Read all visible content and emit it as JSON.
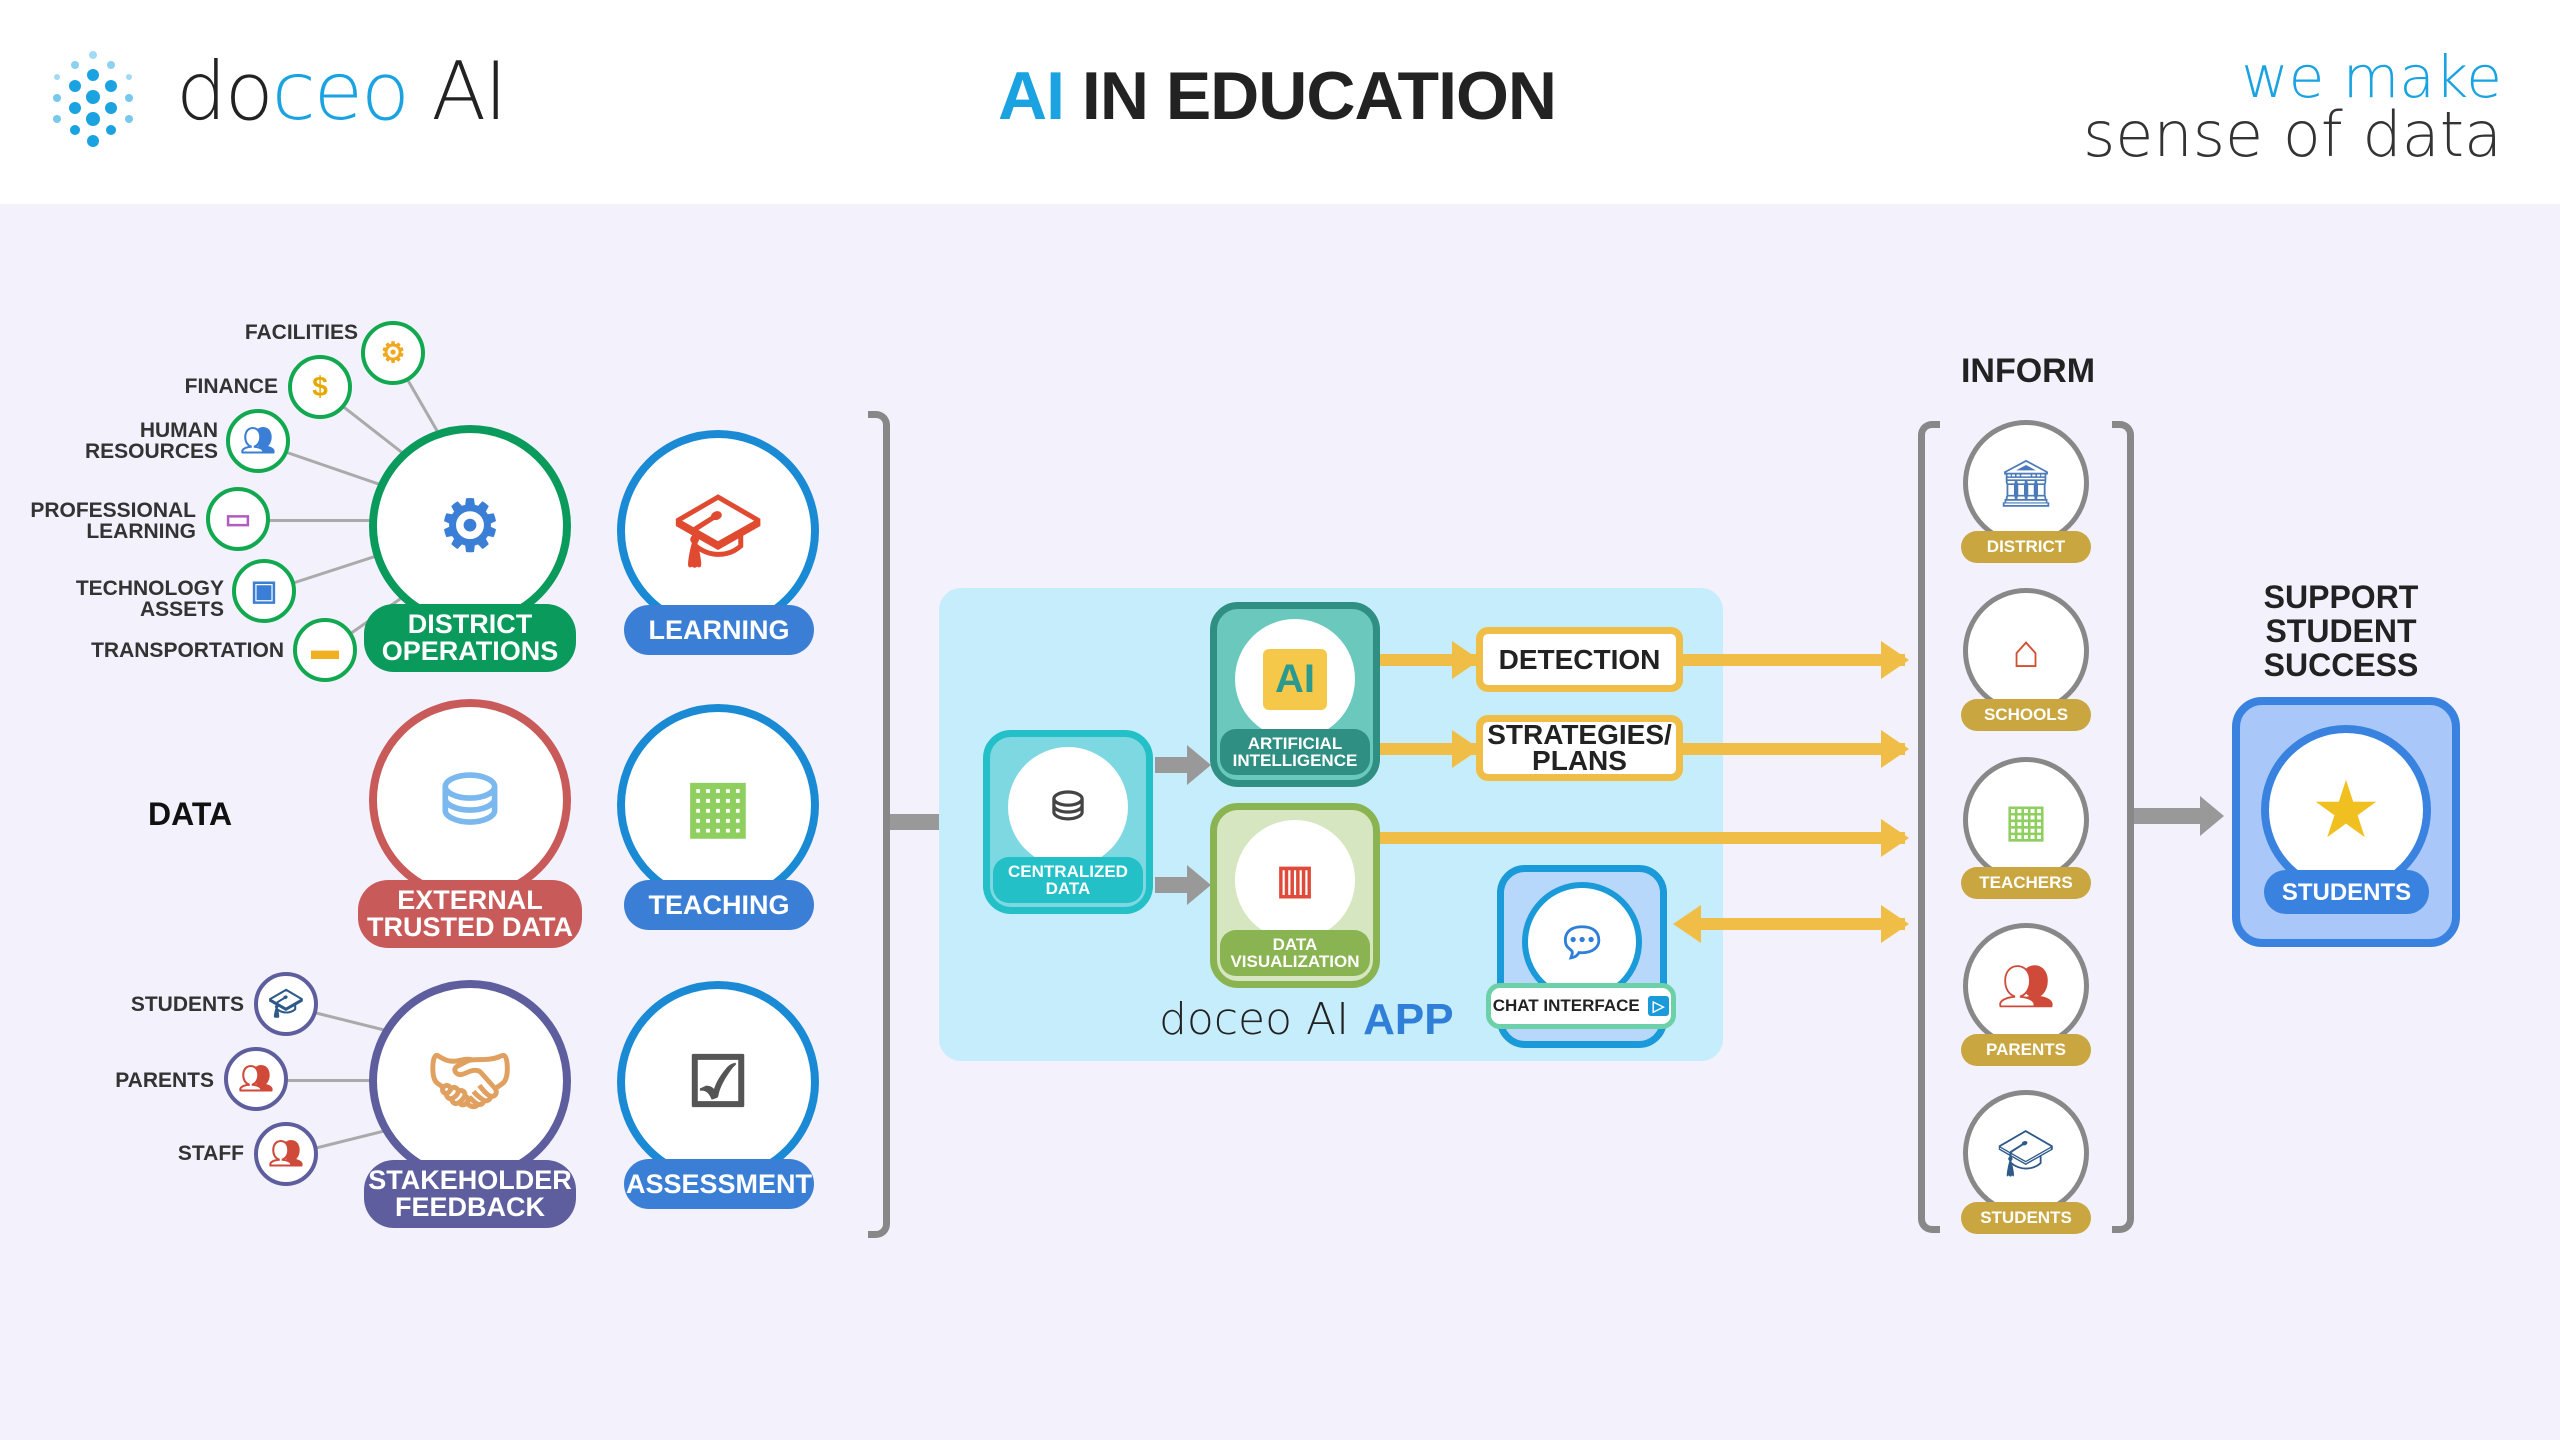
{
  "header": {
    "logo_main": "doceo",
    "logo_ai": "AI",
    "logo_left": "do",
    "logo_mid": "ceo",
    "title_accent": "AI",
    "title_rest": "IN EDUCATION",
    "tagline_1": "we make",
    "tagline_2": "sense of data"
  },
  "data_section": {
    "label": "DATA",
    "district_operations": {
      "label_1": "DISTRICT",
      "label_2": "OPERATIONS",
      "items": [
        "FACILITIES",
        "FINANCE",
        "HUMAN RESOURCES",
        "PROFESSIONAL LEARNING",
        "TECHNOLOGY ASSETS",
        "TRANSPORTATION"
      ]
    },
    "external": {
      "label_1": "EXTERNAL",
      "label_2": "TRUSTED DATA"
    },
    "stakeholder": {
      "label_1": "STAKEHOLDER",
      "label_2": "FEEDBACK",
      "items": [
        "STUDENTS",
        "PARENTS",
        "STAFF"
      ]
    },
    "learning": "LEARNING",
    "teaching": "TEACHING",
    "assessment": "ASSESSMENT"
  },
  "app": {
    "centralized": "CENTRALIZED DATA",
    "ai": "ARTIFICIAL INTELLIGENCE",
    "ai_chip": "AI",
    "dataviz": "DATA VISUALIZATION",
    "chat": "CHAT INTERFACE",
    "detection": "DETECTION",
    "strategies": "STRATEGIES/ PLANS",
    "brand": "doceo AI",
    "brand_app": "APP"
  },
  "inform": {
    "title": "INFORM",
    "items": [
      "DISTRICT",
      "SCHOOLS",
      "TEACHERS",
      "PARENTS",
      "STUDENTS"
    ]
  },
  "outcome": {
    "title_1": "SUPPORT STUDENT",
    "title_2": "SUCCESS",
    "label": "STUDENTS"
  },
  "colors": {
    "accent": "#1aa3e0",
    "green": "#0a9a5c",
    "blue": "#2f7ed8",
    "red": "#c95a5a",
    "purple": "#5e5e9e",
    "yellow": "#f0be46",
    "gold": "#c9a640"
  }
}
